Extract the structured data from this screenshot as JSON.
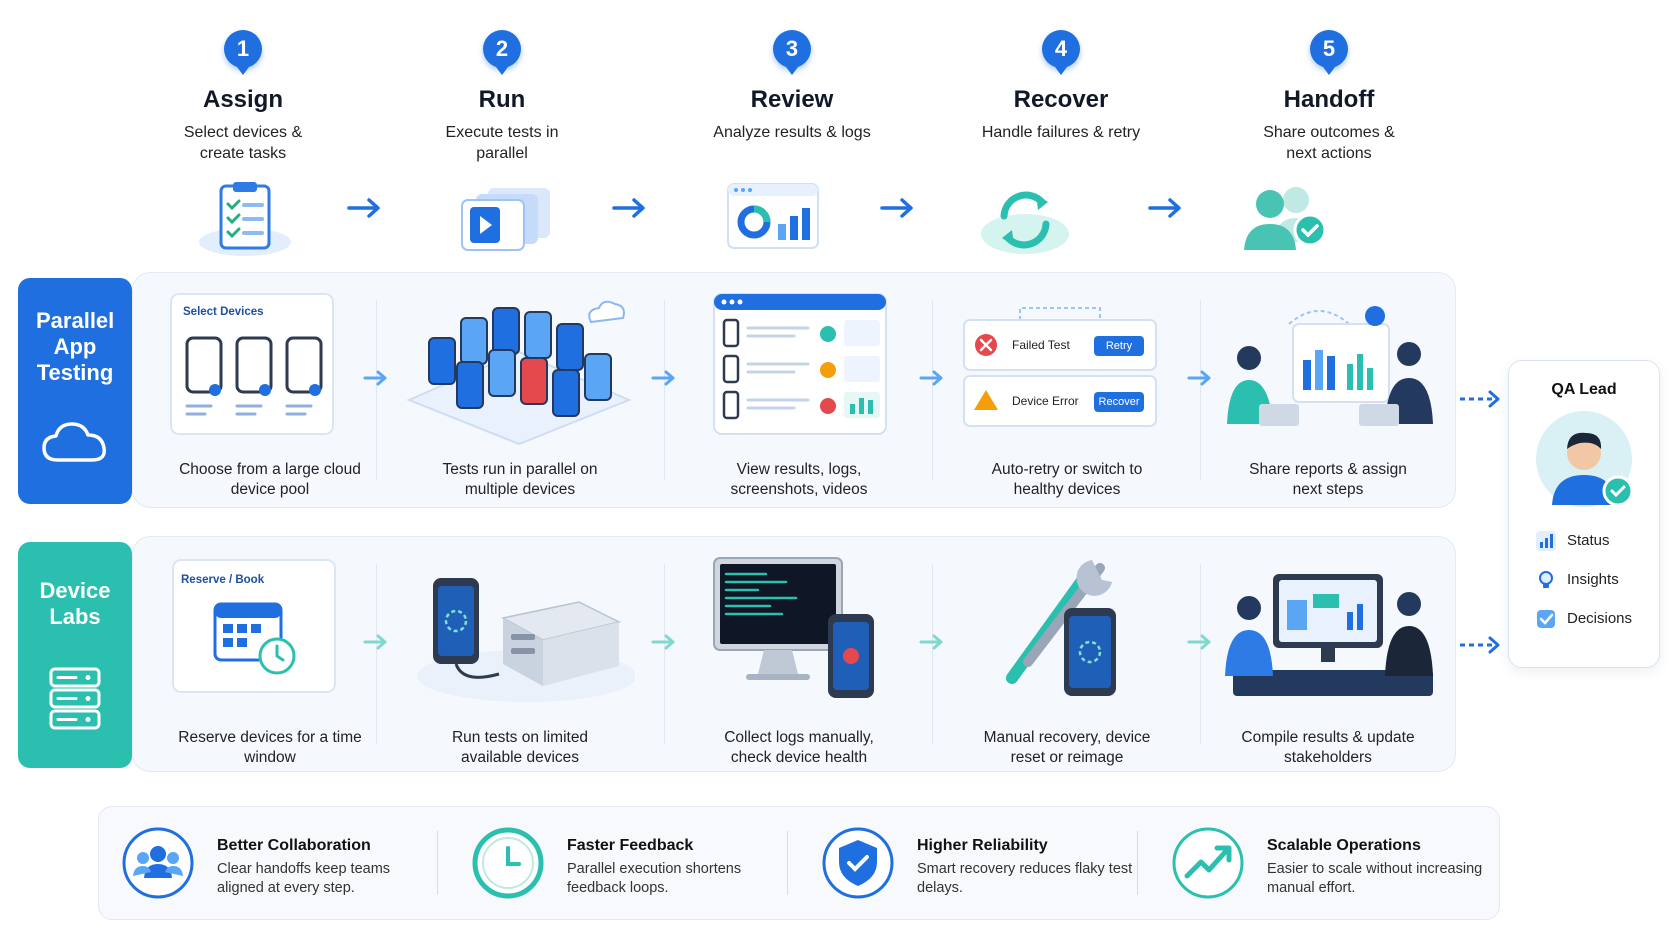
{
  "steps": [
    {
      "num": "1",
      "title": "Assign",
      "desc": "Select devices & create tasks"
    },
    {
      "num": "2",
      "title": "Run",
      "desc": "Execute tests in parallel"
    },
    {
      "num": "3",
      "title": "Review",
      "desc": "Analyze results & logs"
    },
    {
      "num": "4",
      "title": "Recover",
      "desc": "Handle failures & retry"
    },
    {
      "num": "5",
      "title": "Handoff",
      "desc": "Share outcomes & next actions"
    }
  ],
  "lanes": {
    "parallel": {
      "label": "Parallel App Testing",
      "color": "#1f6fe0",
      "cells": [
        {
          "caption": "Choose from a large cloud device pool",
          "panel_title": "Select Devices"
        },
        {
          "caption": "Tests run in parallel on multiple devices"
        },
        {
          "caption": "View results, logs, screenshots, videos"
        },
        {
          "caption": "Auto-retry or switch to healthy devices",
          "card1": "Failed Test",
          "card1_btn": "Retry",
          "card2": "Device Error",
          "card2_btn": "Recover"
        },
        {
          "caption": "Share reports & assign next steps"
        }
      ]
    },
    "labs": {
      "label": "Device Labs",
      "color": "#2bbfb0",
      "cells": [
        {
          "caption": "Reserve devices for a time window",
          "panel_title": "Reserve / Book"
        },
        {
          "caption": "Run tests on limited available devices"
        },
        {
          "caption": "Collect logs manually, check device health"
        },
        {
          "caption": "Manual recovery, device reset or reimage"
        },
        {
          "caption": "Compile results & update stakeholders"
        }
      ]
    }
  },
  "qa_lead": {
    "title": "QA Lead",
    "items": [
      {
        "icon": "bar-chart-icon",
        "label": "Status"
      },
      {
        "icon": "lightbulb-icon",
        "label": "Insights"
      },
      {
        "icon": "checkbox-icon",
        "label": "Decisions"
      }
    ]
  },
  "benefits": [
    {
      "icon": "team-icon",
      "title": "Better Collaboration",
      "desc": "Clear handoffs keep teams aligned at every step."
    },
    {
      "icon": "clock-icon",
      "title": "Faster Feedback",
      "desc": "Parallel execution shortens feedback loops."
    },
    {
      "icon": "shield-check-icon",
      "title": "Higher Reliability",
      "desc": "Smart recovery reduces flaky test delays."
    },
    {
      "icon": "trend-up-icon",
      "title": "Scalable Operations",
      "desc": "Easier to scale without increasing manual effort."
    }
  ],
  "colors": {
    "blue": "#1f6fe0",
    "teal": "#2bbfb0",
    "light_blue": "#5aa6f5",
    "red": "#e5484d",
    "orange": "#f59e0b"
  }
}
